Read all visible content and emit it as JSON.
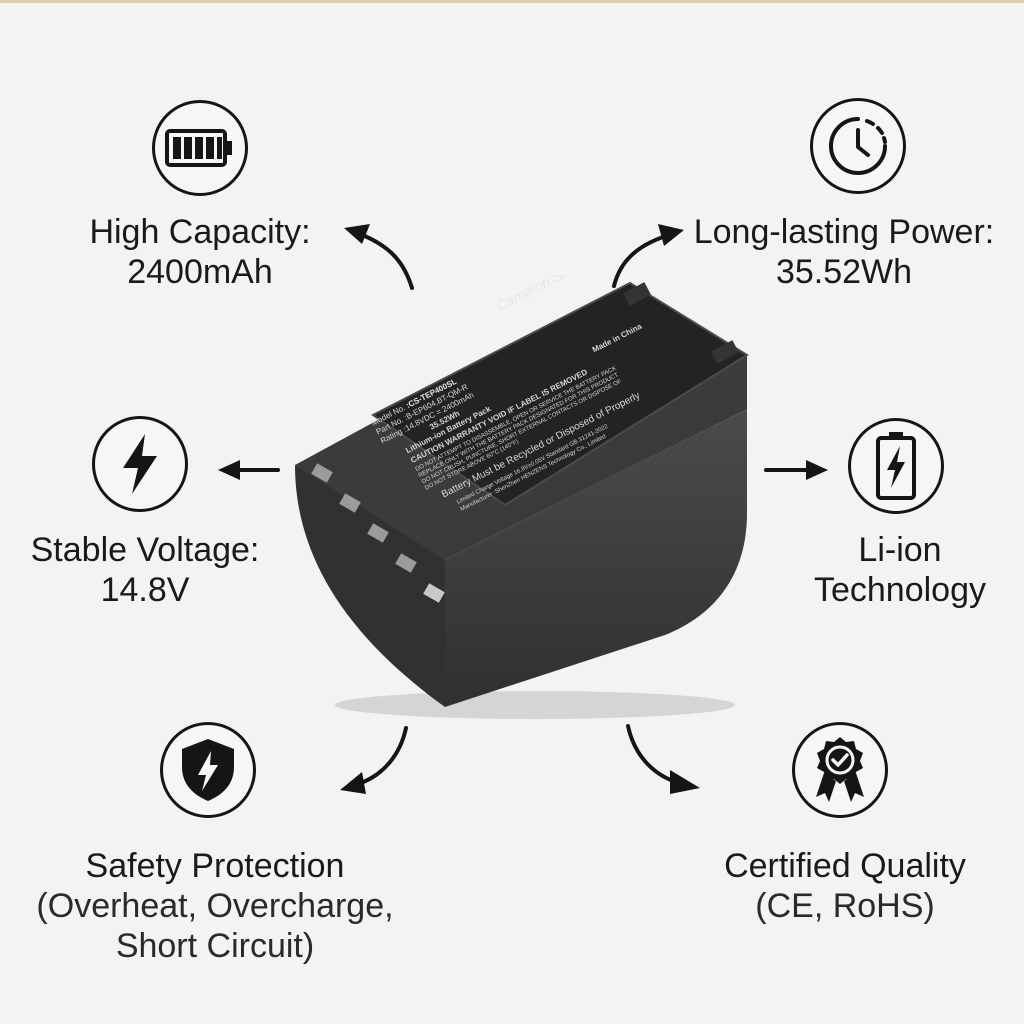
{
  "features": {
    "capacity": {
      "title": "High Capacity:",
      "value": "2400mAh",
      "icon": "battery-full-icon"
    },
    "power": {
      "title": "Long-lasting Power:",
      "value": "35.52Wh",
      "icon": "clock-icon"
    },
    "voltage": {
      "title": "Stable Voltage:",
      "value": "14.8V",
      "icon": "lightning-bolt-icon"
    },
    "liion": {
      "line1": "Li-ion",
      "line2": "Technology",
      "icon": "battery-bolt-icon"
    },
    "safety": {
      "title": "Safety Protection",
      "line2": "(Overheat, Overcharge,",
      "line3": "Short Circuit)",
      "icon": "shield-bolt-icon"
    },
    "certified": {
      "title": "Certified Quality",
      "line2": "(CE, RoHS)",
      "icon": "badge-check-icon"
    }
  },
  "label": {
    "brand": "Cameron Sino",
    "model_label": "Model No.",
    "model_value": ":CS-TEP400SL",
    "part_label": "Part No.",
    "part_value": ":B-EP604,BT-QM-R",
    "rating_label": "Rating",
    "rating_value": ":14.8VDC = 2400mAh",
    "rating_wh": "35.52Wh",
    "pack": "Lithium-ion Battery Pack",
    "caution": "CAUTION  WARRANTY VOID IF LABEL IS REMOVED",
    "warning1": "DO NOT ATTEMPT TO DISASSEMBLE, OPEN OR SERVICE THE BATTERY PACK",
    "warning2": "REPLACE ONLY WITH THE BATTERY PACK DESIGNATED FOR THIS PRODUCT",
    "warning3": "DO NOT CRUSH, PUNCTURE, SHORT EXTERNAL CONTACTS OR DISPOSE OF",
    "warning4": "DO NOT STORE ABOVE 60°C (140°F)",
    "recycle": "Battery Must be Recycled or Disposed of Properly",
    "made": "Made in China",
    "charge": "Limited Charge Voltage 16.8V±0.05V  Standard GB 31241-2022",
    "manufacturer": "Manufacturer :ShenZhen HENZENS Technology Co., Limited"
  },
  "colors": {
    "ink": "#151515",
    "background": "#f3f3f2",
    "battery": "#3e3f41",
    "label": "#232426"
  }
}
